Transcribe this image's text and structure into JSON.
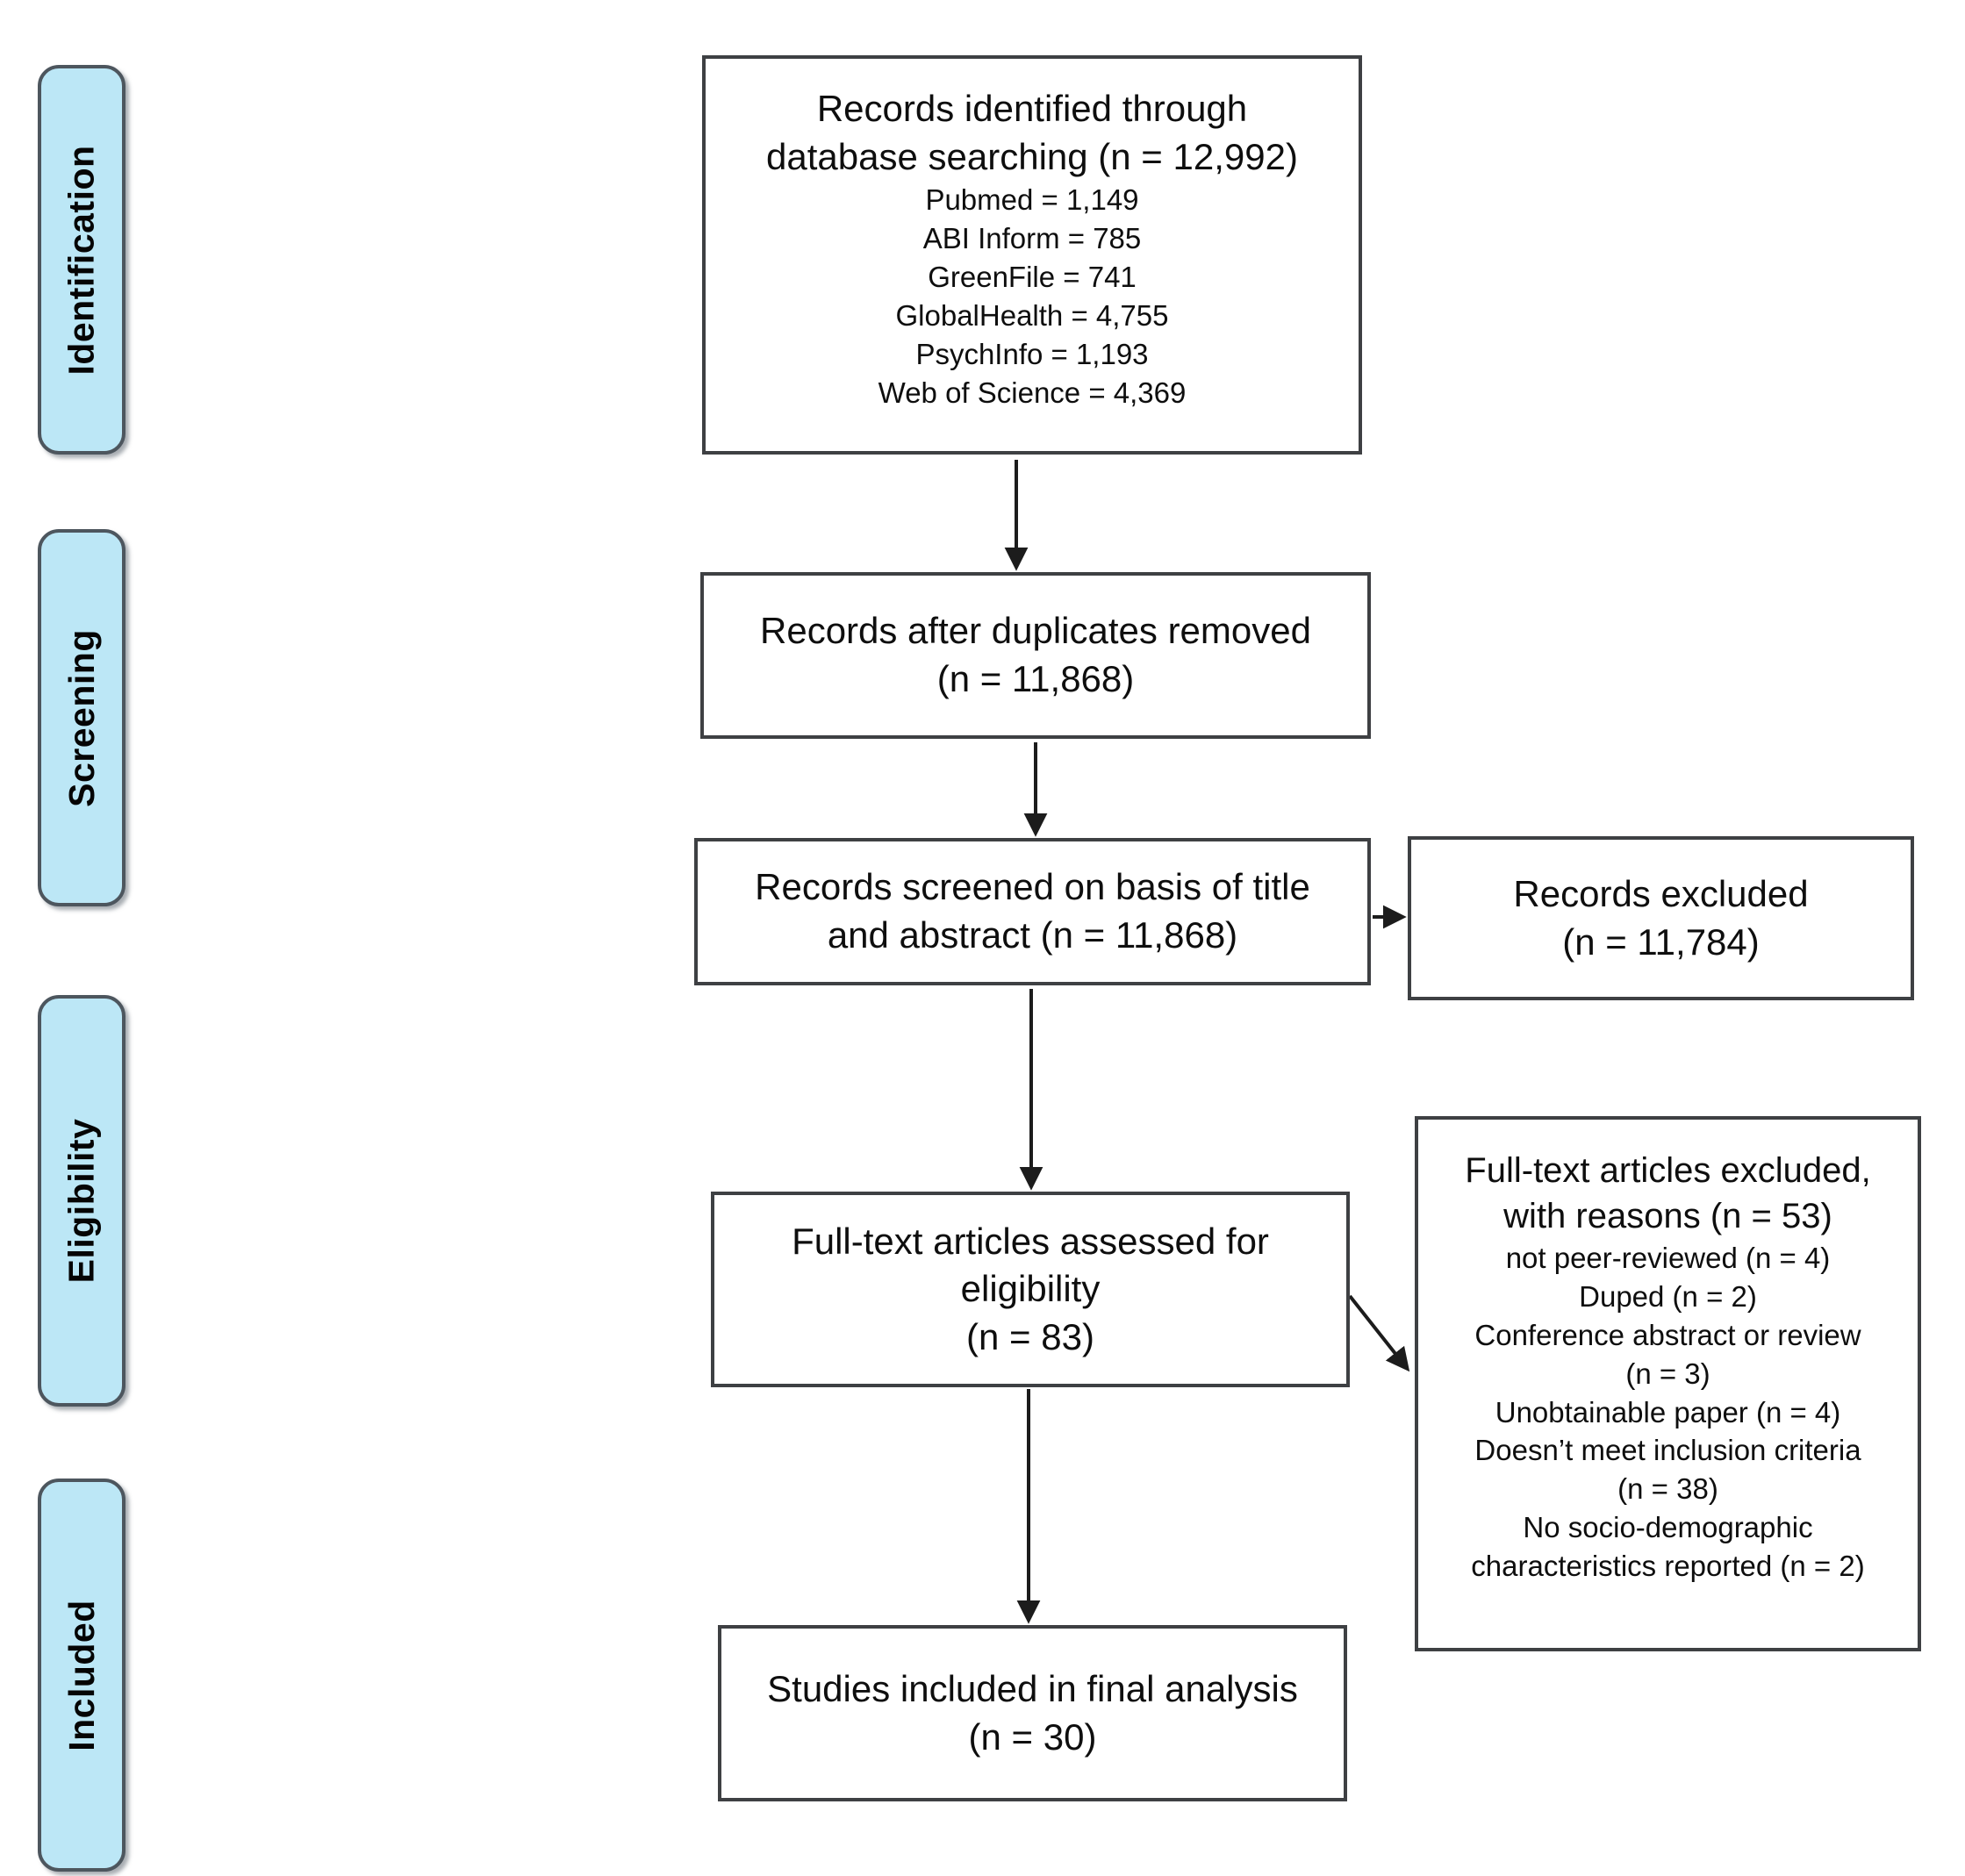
{
  "stages": {
    "identification": "Identification",
    "screening": "Screening",
    "eligibility": "Eligibility",
    "included": "Included"
  },
  "flow": {
    "identified": {
      "lines": [
        "Records identified through",
        "database searching (n = 12,992)"
      ],
      "sources": [
        "Pubmed = 1,149",
        "ABI Inform = 785",
        "GreenFile = 741",
        "GlobalHealth = 4,755",
        "PsychInfo = 1,193",
        "Web of Science = 4,369"
      ]
    },
    "duplicates_removed": {
      "lines": [
        "Records after duplicates removed",
        "(n = 11,868)"
      ]
    },
    "screened": {
      "lines": [
        "Records screened on basis of title",
        "and abstract (n = 11,868)"
      ]
    },
    "fulltext_assessed": {
      "lines": [
        "Full-text articles assessed for",
        "eligibility",
        "(n = 83)"
      ]
    },
    "included_final": {
      "lines": [
        "Studies included in final analysis",
        "(n = 30)"
      ]
    }
  },
  "exclusions": {
    "records_excluded": {
      "lines": [
        "Records excluded",
        "(n = 11,784)"
      ]
    },
    "fulltext_excluded": {
      "title_lines": [
        "Full-text articles excluded,",
        "with reasons (n = 53)"
      ],
      "reason_lines": [
        "not peer-reviewed (n = 4)",
        "Duped (n = 2)",
        "Conference abstract or review",
        "(n = 3)",
        "Unobtainable paper (n = 4)",
        "Doesn’t meet inclusion criteria",
        "(n = 38)",
        "No socio-demographic",
        "characteristics reported (n = 2)"
      ]
    }
  },
  "colors": {
    "stage_fill": "#bce7f6",
    "stage_border": "#4d565e",
    "box_border": "#3e4043",
    "arrow_ink": "#1c1c1c",
    "background": "#ffffff"
  }
}
